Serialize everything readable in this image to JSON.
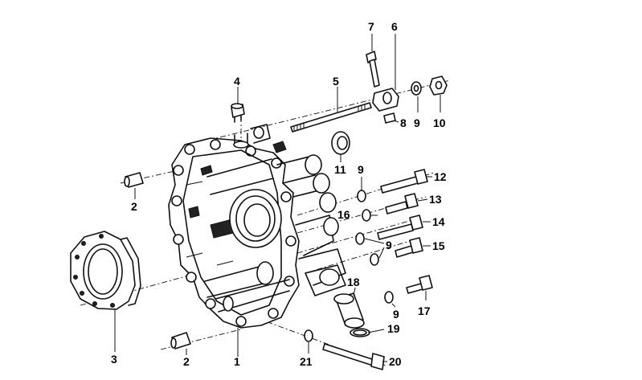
{
  "callouts": [
    {
      "id": "c1",
      "text": "1"
    },
    {
      "id": "c2a",
      "text": "2"
    },
    {
      "id": "c2b",
      "text": "2"
    },
    {
      "id": "c3",
      "text": "3"
    },
    {
      "id": "c4",
      "text": "4"
    },
    {
      "id": "c5",
      "text": "5"
    },
    {
      "id": "c6",
      "text": "6"
    },
    {
      "id": "c7",
      "text": "7"
    },
    {
      "id": "c8",
      "text": "8"
    },
    {
      "id": "c9a",
      "text": "9"
    },
    {
      "id": "c9b",
      "text": "9"
    },
    {
      "id": "c9c",
      "text": "9"
    },
    {
      "id": "c9d",
      "text": "9"
    },
    {
      "id": "c10",
      "text": "10"
    },
    {
      "id": "c11",
      "text": "11"
    },
    {
      "id": "c12",
      "text": "12"
    },
    {
      "id": "c13",
      "text": "13"
    },
    {
      "id": "c14",
      "text": "14"
    },
    {
      "id": "c15",
      "text": "15"
    },
    {
      "id": "c16",
      "text": "16"
    },
    {
      "id": "c17",
      "text": "17"
    },
    {
      "id": "c18",
      "text": "18"
    },
    {
      "id": "c19",
      "text": "19"
    },
    {
      "id": "c20",
      "text": "20"
    },
    {
      "id": "c21",
      "text": "21"
    }
  ]
}
